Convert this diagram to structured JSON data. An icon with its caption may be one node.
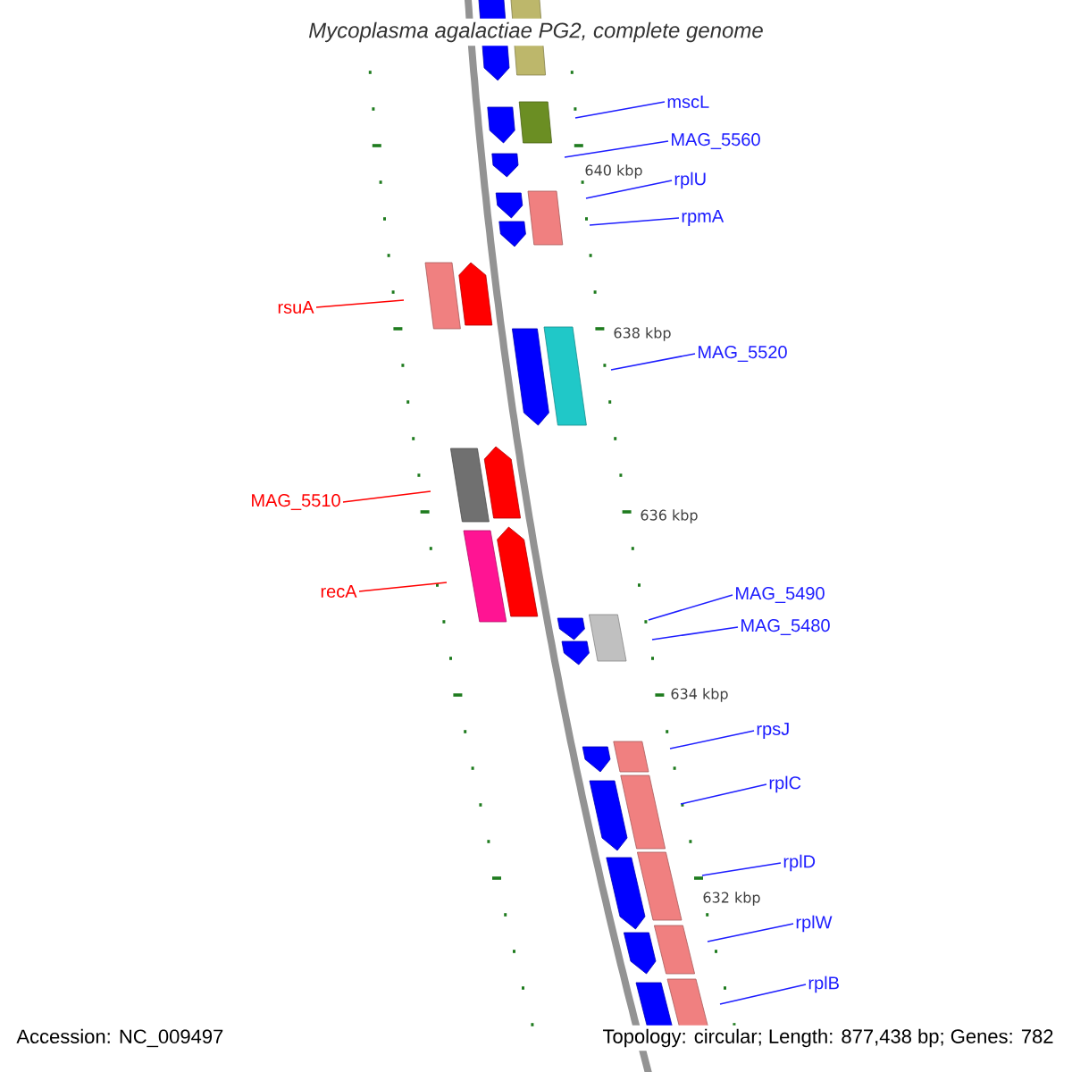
{
  "diagram": {
    "title": "Mycoplasma agalactiae PG2, complete genome",
    "nodes": [
      {
        "text": [
          "mscL"
        ]
      },
      {
        "text": [
          "MAG_5560"
        ]
      },
      {
        "text": [
          "rplU"
        ]
      },
      {
        "text": [
          "rpmA"
        ]
      },
      {
        "text": [
          "rsuA"
        ]
      },
      {
        "text": [
          "MAG_5520"
        ]
      },
      {
        "text": [
          "MAG_5510"
        ]
      },
      {
        "text": [
          "recA"
        ]
      },
      {
        "text": [
          "MAG_5490"
        ]
      },
      {
        "text": [
          "MAG_5480"
        ]
      },
      {
        "text": [
          "rpsJ"
        ]
      },
      {
        "text": [
          "rplC"
        ]
      },
      {
        "text": [
          "rplD"
        ]
      },
      {
        "text": [
          "rplW"
        ]
      },
      {
        "text": [
          "rplB"
        ]
      }
    ],
    "edges": [
      {
        "from": 0,
        "to": null,
        "arrow": "none"
      },
      {
        "from": 1,
        "to": null,
        "arrow": "none"
      },
      {
        "from": 2,
        "to": null,
        "arrow": "none"
      },
      {
        "from": 3,
        "to": null,
        "arrow": "none"
      },
      {
        "from": 4,
        "to": null,
        "arrow": "none",
        "color": "#ff0000"
      },
      {
        "from": 5,
        "to": null,
        "arrow": "none"
      },
      {
        "from": 6,
        "to": null,
        "arrow": "none",
        "color": "#ff0000"
      },
      {
        "from": 7,
        "to": null,
        "arrow": "none",
        "color": "#ff0000"
      },
      {
        "from": 8,
        "to": null,
        "arrow": "none"
      },
      {
        "from": 9,
        "to": null,
        "arrow": "none"
      },
      {
        "from": 10,
        "to": null,
        "arrow": "none"
      },
      {
        "from": 11,
        "to": null,
        "arrow": "none"
      },
      {
        "from": 12,
        "to": null,
        "arrow": "none"
      },
      {
        "from": 13,
        "to": null,
        "arrow": "none"
      },
      {
        "from": 14,
        "to": null,
        "arrow": "none"
      }
    ],
    "labels": [
      "640 kbp",
      "638 kbp",
      "636 kbp",
      "634 kbp",
      "632 kbp",
      "Accession: NC_009497",
      "Topology: circular; Length: 877,438 bp; Genes: 782"
    ]
  }
}
